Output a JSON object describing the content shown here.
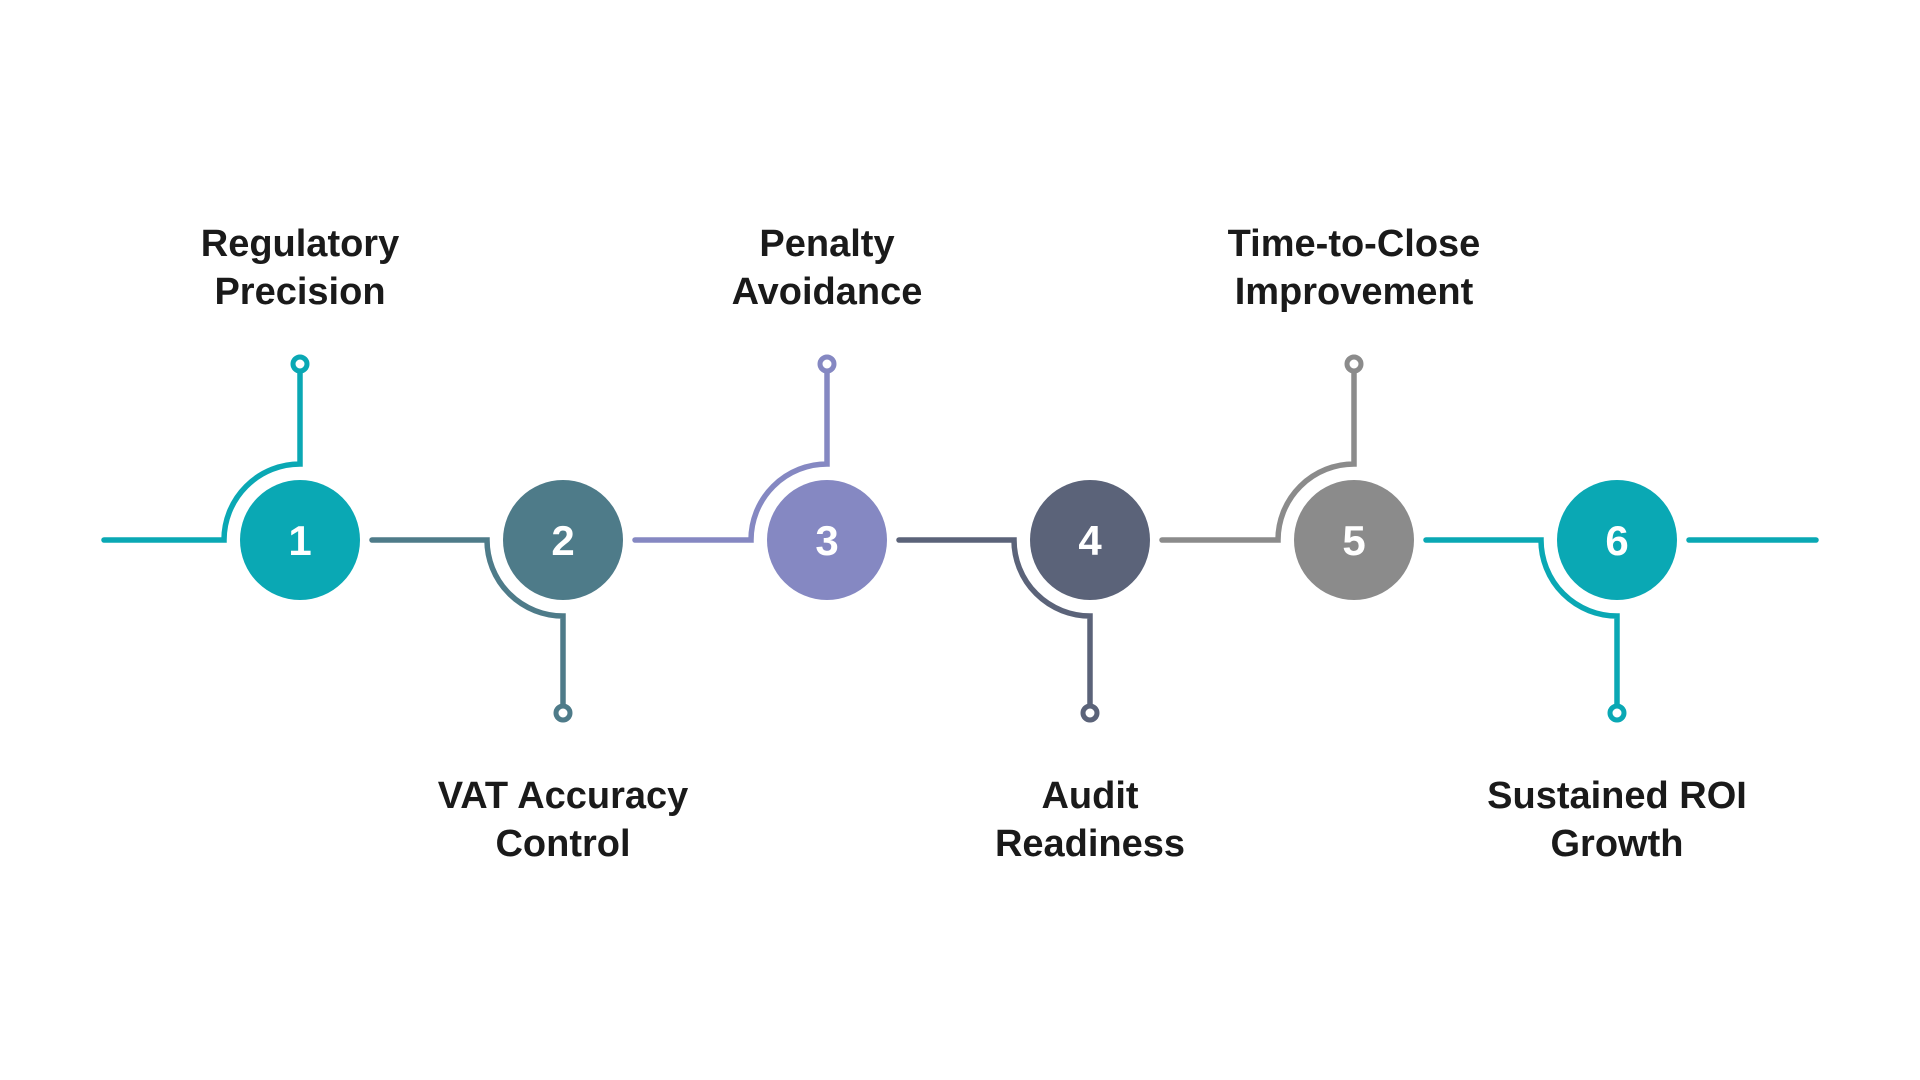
{
  "diagram": {
    "background": "#ffffff",
    "text_color": "#1a1a1a",
    "number_color": "#ffffff",
    "steps": [
      {
        "number": "1",
        "label": "Regulatory Precision",
        "label_lines": [
          "Regulatory",
          "Precision"
        ],
        "position": "above",
        "color": "#0aa8b4"
      },
      {
        "number": "2",
        "label": "VAT Accuracy Control",
        "label_lines": [
          "VAT Accuracy",
          "Control"
        ],
        "position": "below",
        "color": "#4e7b89"
      },
      {
        "number": "3",
        "label": "Penalty Avoidance",
        "label_lines": [
          "Penalty",
          "Avoidance"
        ],
        "position": "above",
        "color": "#8588c2"
      },
      {
        "number": "4",
        "label": "Audit Readiness",
        "label_lines": [
          "Audit",
          "Readiness"
        ],
        "position": "below",
        "color": "#5b6379"
      },
      {
        "number": "5",
        "label": "Time-to-Close Improvement",
        "label_lines": [
          "Time-to-Close",
          "Improvement"
        ],
        "position": "above",
        "color": "#8b8b8b"
      },
      {
        "number": "6",
        "label": "Sustained ROI Growth",
        "label_lines": [
          "Sustained ROI",
          "Growth"
        ],
        "position": "below",
        "color": "#0aa8b4"
      }
    ]
  }
}
